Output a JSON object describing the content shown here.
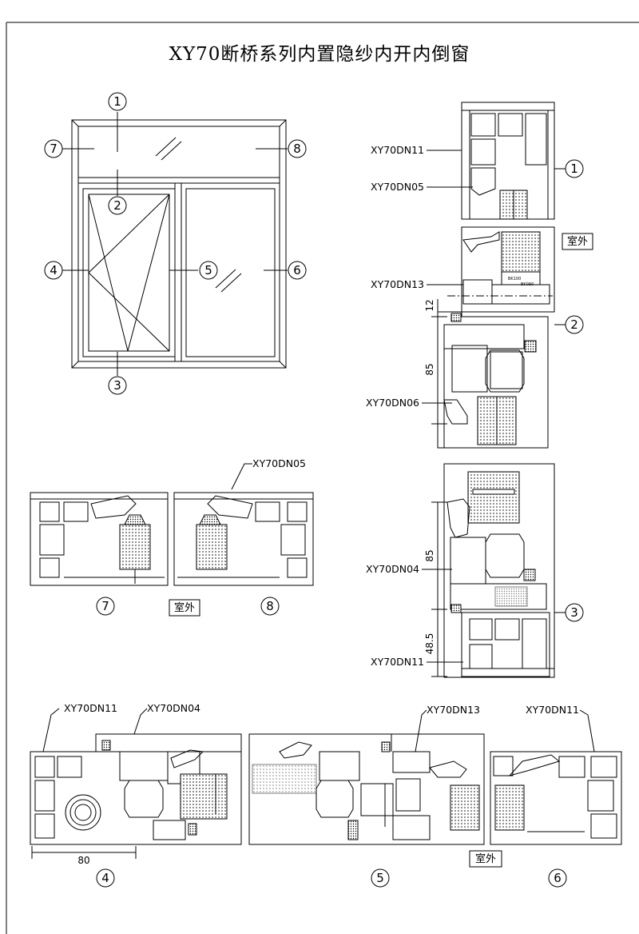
{
  "title": "XY70断桥系列内置隐纱内开内倒窗",
  "circled": [
    "①",
    "②",
    "③",
    "④",
    "⑤",
    "⑥",
    "⑦",
    "⑧"
  ],
  "profiles": {
    "dn11": "XY70DN11",
    "dn05": "XY70DN05",
    "dn13": "XY70DN13",
    "dn06": "XY70DN06",
    "dn04": "XY70DN04"
  },
  "outside_label": "室外",
  "dims": {
    "d12": "12",
    "d85": "85",
    "d48": "48.5",
    "d80": "80"
  },
  "tiny_labels": {
    "t1": "BK100",
    "t2": "BK090"
  },
  "colors": {
    "line": "#000000",
    "glass_fill": "#d0d0d0",
    "frame_bg": "#ffffff"
  }
}
